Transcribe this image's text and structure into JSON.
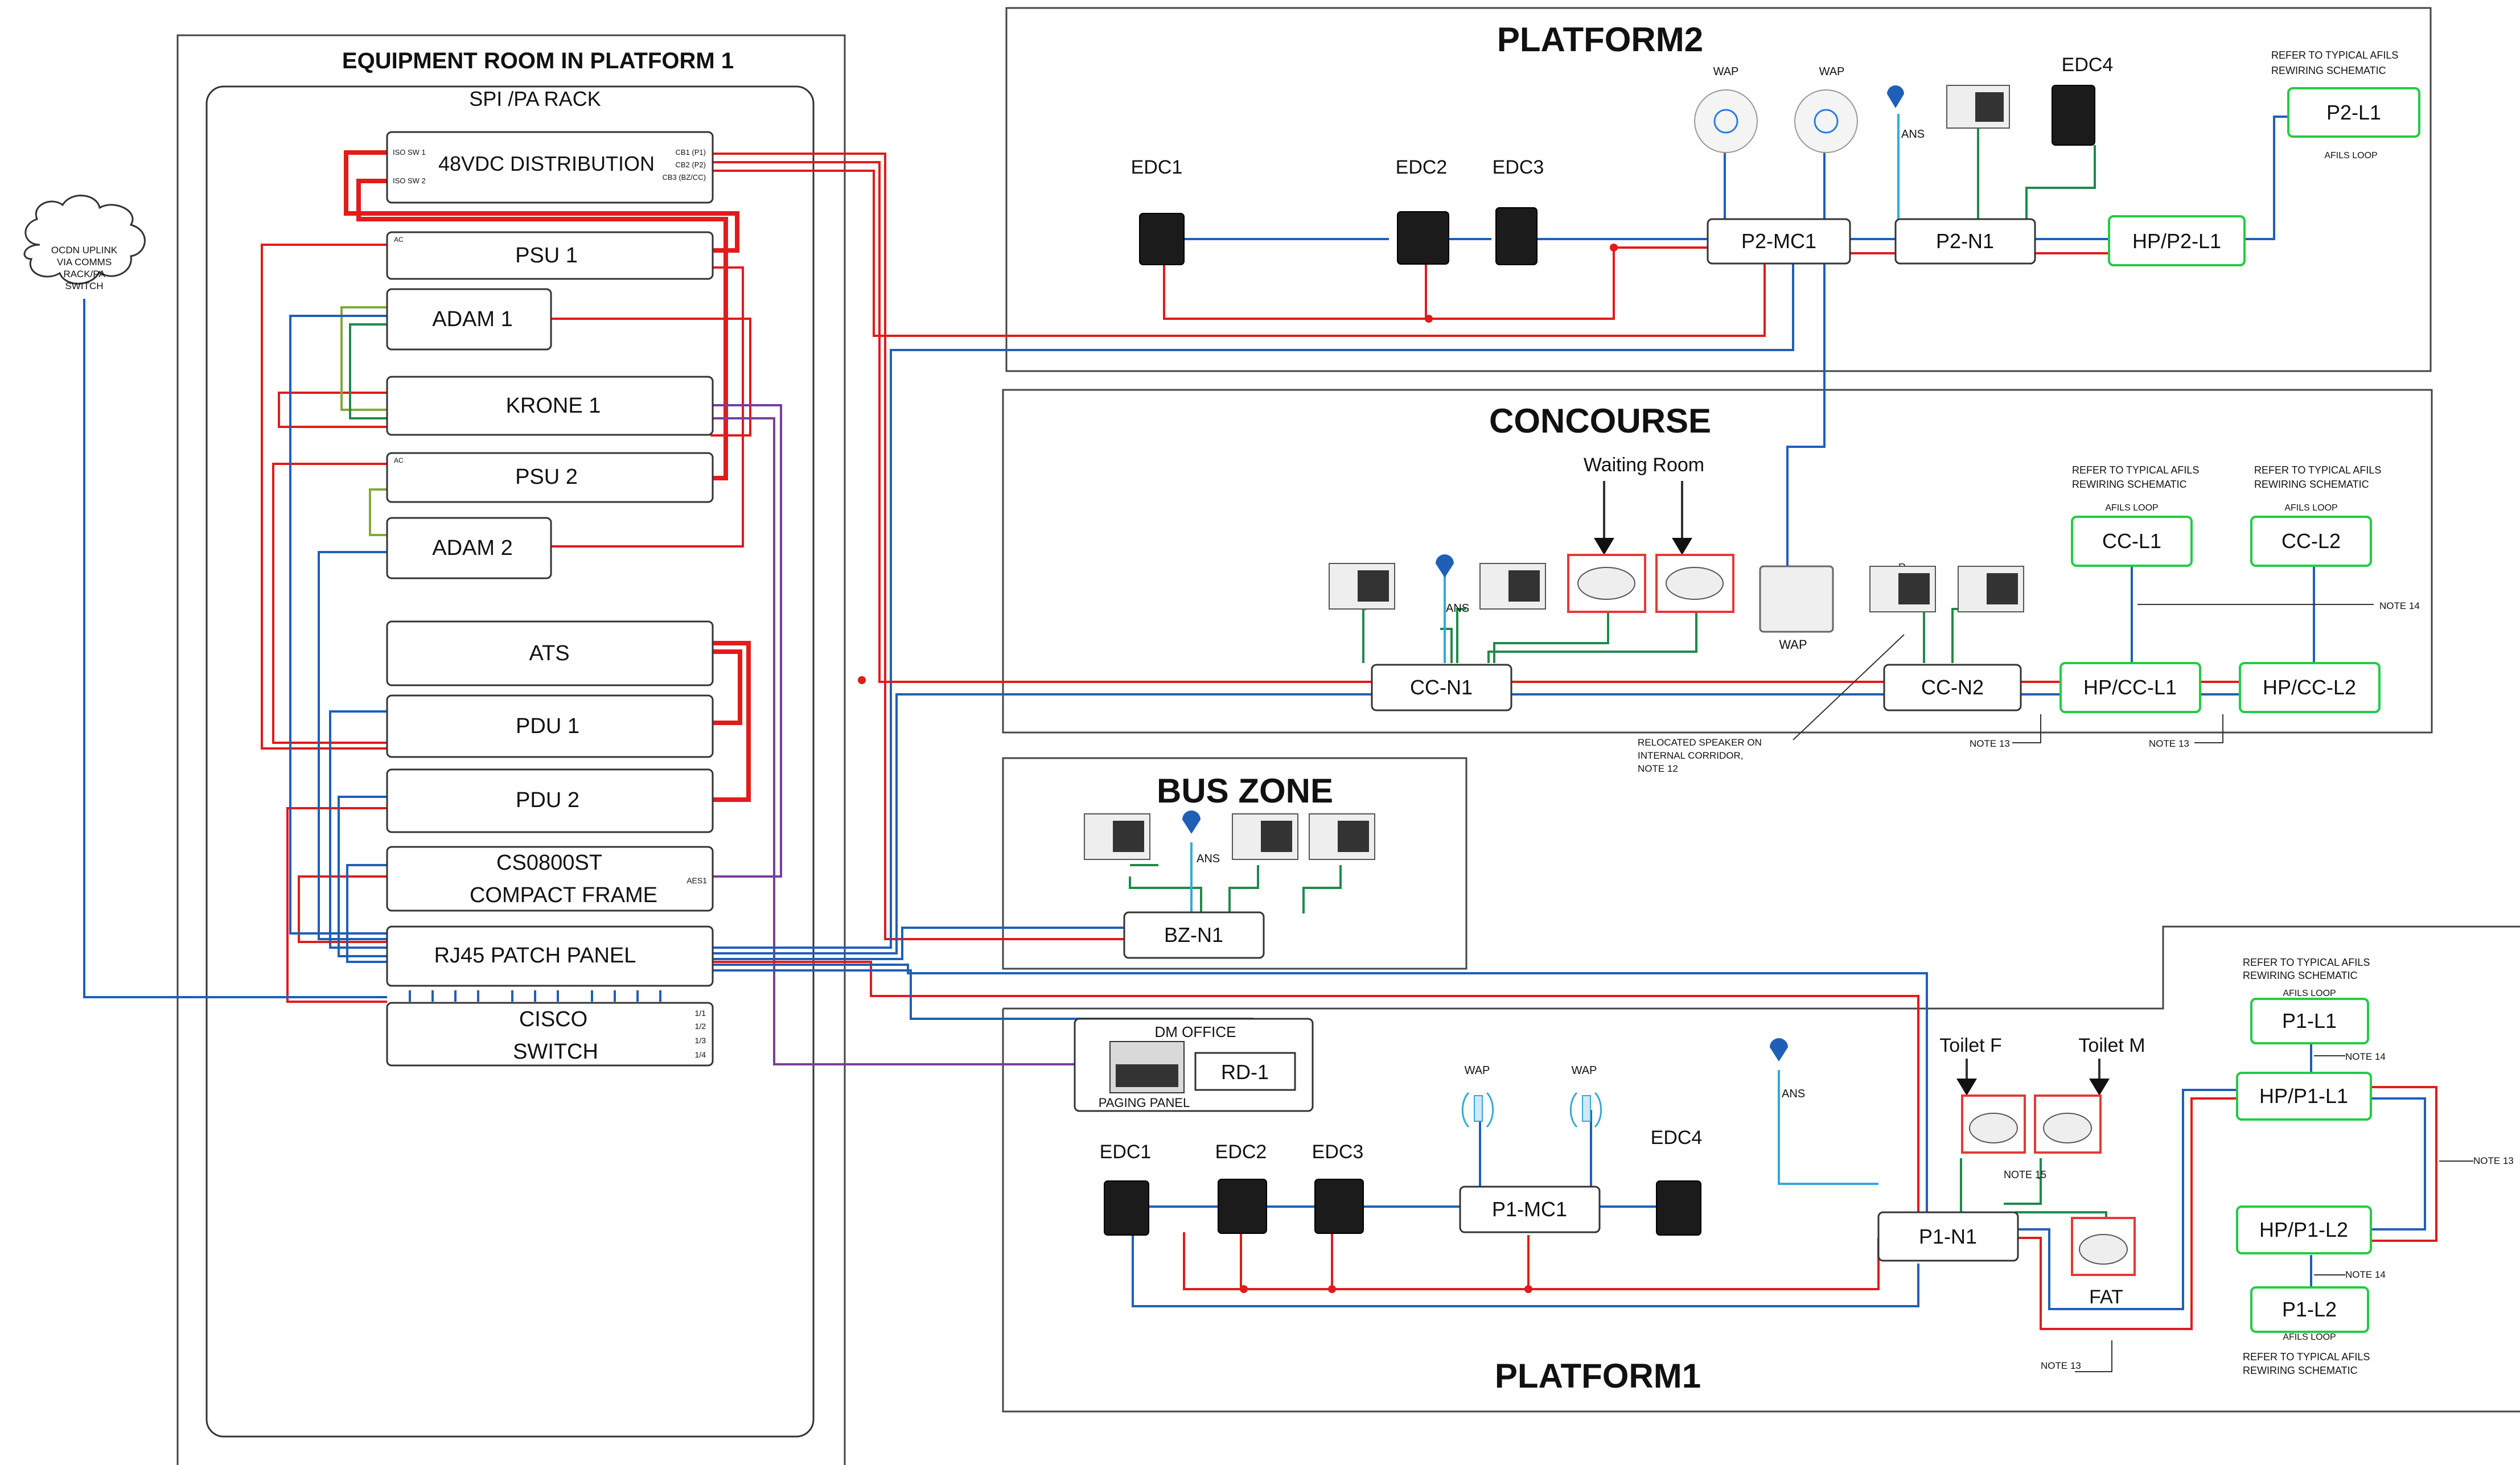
{
  "equipment_room": {
    "title": "EQUIPMENT ROOM IN PLATFORM 1",
    "rack_title": "SPI /PA RACK",
    "dist": {
      "label": "48VDC DISTRIBUTION",
      "iso1": "ISO SW 1",
      "iso2": "ISO SW 2",
      "cb1": "CB1 (P1)",
      "cb2": "CB2 (P2)",
      "cb3": "CB3 (BZ/CC)"
    },
    "psu1": "PSU 1",
    "psu2": "PSU 2",
    "adam1": "ADAM 1",
    "adam2": "ADAM 2",
    "krone1": "KRONE 1",
    "ats": "ATS",
    "pdu1": "PDU 1",
    "pdu2": "PDU 2",
    "cs_line1": "CS0800ST",
    "cs_line2": "COMPACT FRAME",
    "aes1": "AES1",
    "patch": "RJ45 PATCH PANEL",
    "cisco1": "CISCO",
    "cisco2": "SWITCH",
    "ports": [
      "1/1",
      "1/2",
      "1/3",
      "1/4"
    ],
    "ac": "AC"
  },
  "ocdn": {
    "lines": [
      "OCDN UPLINK",
      "VIA COMMS",
      "RACK/PA",
      "SWITCH"
    ]
  },
  "platform2": {
    "title": "PLATFORM2",
    "edc1": "EDC1",
    "edc2": "EDC2",
    "edc3": "EDC3",
    "edc4": "EDC4",
    "wap_a": "WAP",
    "wap_b": "WAP",
    "ans": "ANS",
    "mc1": "P2-MC1",
    "n1": "P2-N1",
    "hp": "HP/P2-L1",
    "l1": "P2-L1",
    "note_line1": "REFER TO TYPICAL AFILS",
    "note_line2": "REWIRING SCHEMATIC",
    "afils": "AFILS LOOP"
  },
  "concourse": {
    "title": "CONCOURSE",
    "waiting": "Waiting Room",
    "ans": "ANS",
    "wap": "WAP",
    "r": "R",
    "n1": "CC-N1",
    "n2": "CC-N2",
    "hp1": "HP/CC-L1",
    "hp2": "HP/CC-L2",
    "l1": "CC-L1",
    "l2": "CC-L2",
    "note_l1_1": "REFER TO TYPICAL AFILS",
    "note_l1_2": "REWIRING SCHEMATIC",
    "afils_l1": "AFILS LOOP",
    "note_l2_1": "REFER TO TYPICAL AFILS",
    "note_l2_2": "REWIRING SCHEMATIC",
    "afils_l2": "AFILS LOOP",
    "note14": "NOTE 14",
    "note13_a": "NOTE 13",
    "note13_b": "NOTE 13",
    "relocated_1": "RELOCATED SPEAKER ON",
    "relocated_2": "INTERNAL CORRIDOR,",
    "relocated_3": "NOTE 12"
  },
  "bus_zone": {
    "title": "BUS ZONE",
    "ans": "ANS",
    "n1": "BZ-N1"
  },
  "platform1": {
    "title": "PLATFORM1",
    "dm_office": "DM OFFICE",
    "rd1": "RD-1",
    "paging_panel": "PAGING PANEL",
    "edc1": "EDC1",
    "edc2": "EDC2",
    "edc3": "EDC3",
    "edc4": "EDC4",
    "wap_a": "WAP",
    "wap_b": "WAP",
    "ans": "ANS",
    "mc1": "P1-MC1",
    "n1": "P1-N1",
    "toilet_f": "Toilet F",
    "toilet_m": "Toilet  M",
    "fat": "FAT",
    "note15": "NOTE 15",
    "note13_bottom": "NOTE 13",
    "note13_right": "NOTE 13",
    "note14_a": "NOTE 14",
    "note14_b": "NOTE 14",
    "hp_l1": "HP/P1-L1",
    "hp_l2": "HP/P1-L2",
    "l1": "P1-L1",
    "l2": "P1-L2",
    "top_note_1": "REFER TO TYPICAL AFILS",
    "top_note_2": "REWIRING SCHEMATIC",
    "top_afils": "AFILS LOOP",
    "bot_afils": "AFILS LOOP",
    "bot_note_1": "REFER TO TYPICAL AFILS",
    "bot_note_2": "REWIRING SCHEMATIC"
  },
  "colors": {
    "power": "#e21b1b",
    "data": "#1f5fb8",
    "speaker": "#1f8a4c",
    "afils_box": "#22cc44",
    "audio": "#7a3d9c"
  }
}
